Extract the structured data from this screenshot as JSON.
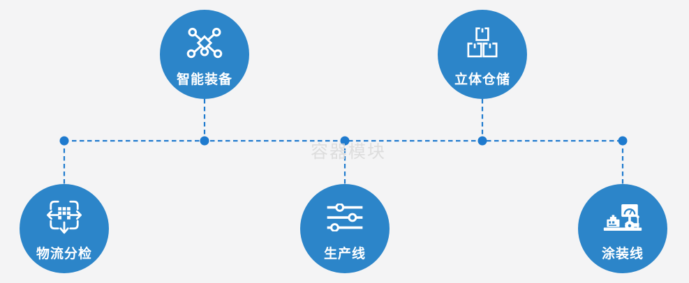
{
  "watermark": "容器模块",
  "colors": {
    "background": "#f4f4f5",
    "circle": "#2c85c9",
    "connector": "#1e7ace",
    "icon": "#ffffff",
    "watermark": "#d9d9d9"
  },
  "nodes": [
    {
      "label": "智能装备",
      "icon": "network-nodes-icon"
    },
    {
      "label": "立体仓储",
      "icon": "stacked-boxes-icon"
    },
    {
      "label": "物流分检",
      "icon": "sorting-arrows-icon"
    },
    {
      "label": "生产线",
      "icon": "sliders-icon"
    },
    {
      "label": "涂装线",
      "icon": "machine-monitor-icon"
    }
  ]
}
